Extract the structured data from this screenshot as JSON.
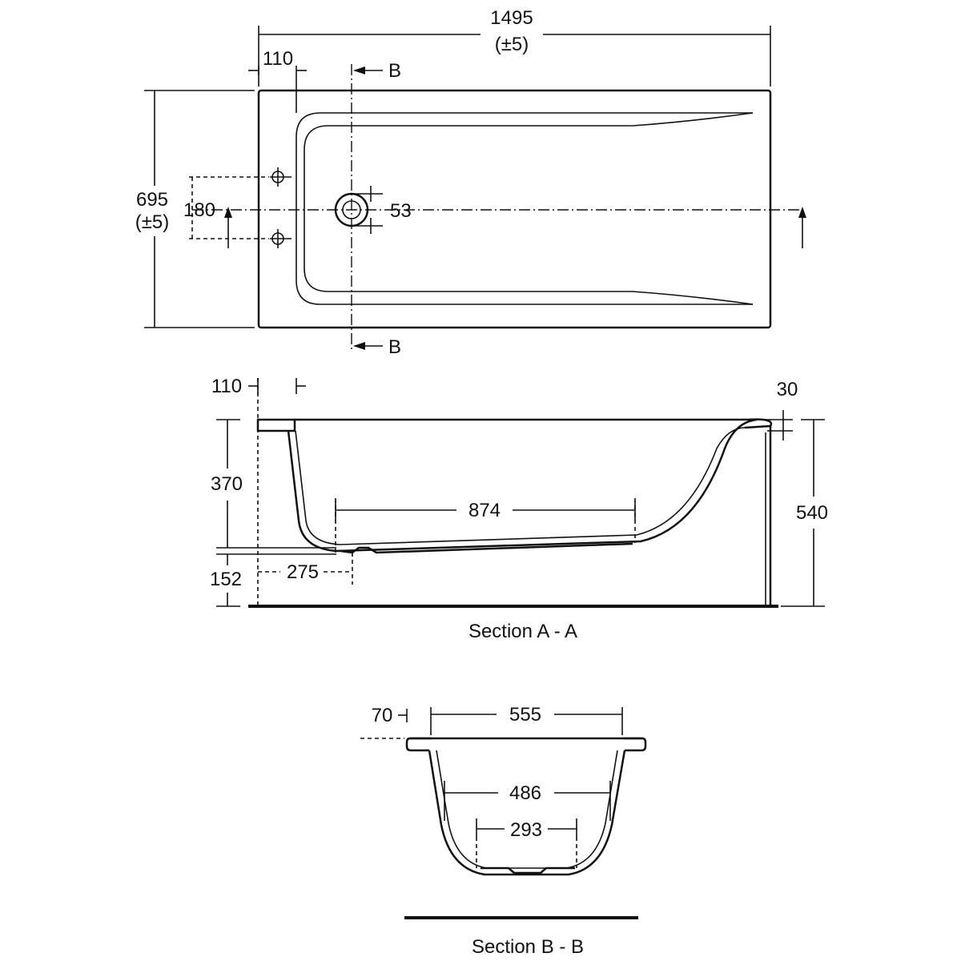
{
  "top_view": {
    "overall_length": "1495",
    "length_tolerance": "(±5)",
    "overall_width": "695",
    "width_tolerance": "(±5)",
    "rim_offset": "110",
    "tap_spacing": "180",
    "waste_diameter": "53",
    "section_marker_top": "B",
    "section_marker_bottom": "B"
  },
  "section_a": {
    "rim_offset": "110",
    "rim_thickness": "30",
    "bath_depth": "370",
    "total_height": "540",
    "base_length": "874",
    "waste_offset": "275",
    "base_height": "152",
    "title": "Section A - A"
  },
  "section_b": {
    "rim_width": "70",
    "top_width": "555",
    "mid_width": "486",
    "base_width": "293",
    "title": "Section B - B"
  }
}
